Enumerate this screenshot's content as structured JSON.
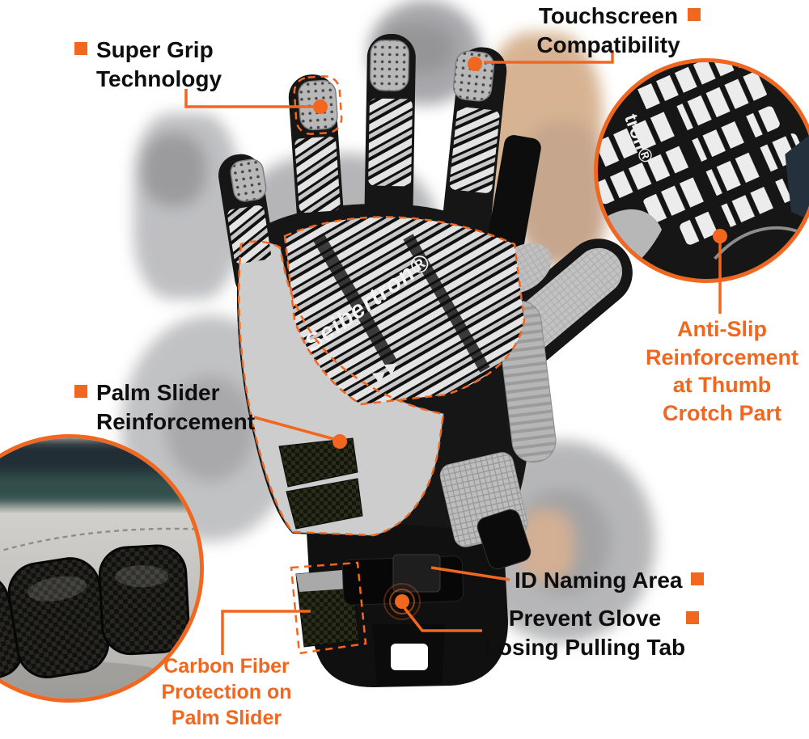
{
  "colors": {
    "accent": "#f2671f",
    "glove_black": "#161616",
    "glove_gray": "#cdcdcd",
    "background": "#ffffff"
  },
  "glove": {
    "palm_logo": "Seibertron®"
  },
  "insets": {
    "thumb_crotch": {
      "logo_fragment": "tron®"
    }
  },
  "callouts": {
    "super_grip": {
      "label": "Super Grip\nTechnology"
    },
    "touchscreen": {
      "label": "Touchscreen\nCompatibility"
    },
    "palm_slider": {
      "label": "Palm Slider\nReinforcement"
    },
    "anti_slip": {
      "label": "Anti-Slip\nReinforcement\nat Thumb\nCrotch Part"
    },
    "id_naming": {
      "label": "ID Naming Area"
    },
    "prevent_glove": {
      "label": "Prevent Glove\nLosing Pulling Tab"
    },
    "carbon_fiber": {
      "label": "Carbon Fiber\nProtection on\nPalm Slider"
    }
  }
}
